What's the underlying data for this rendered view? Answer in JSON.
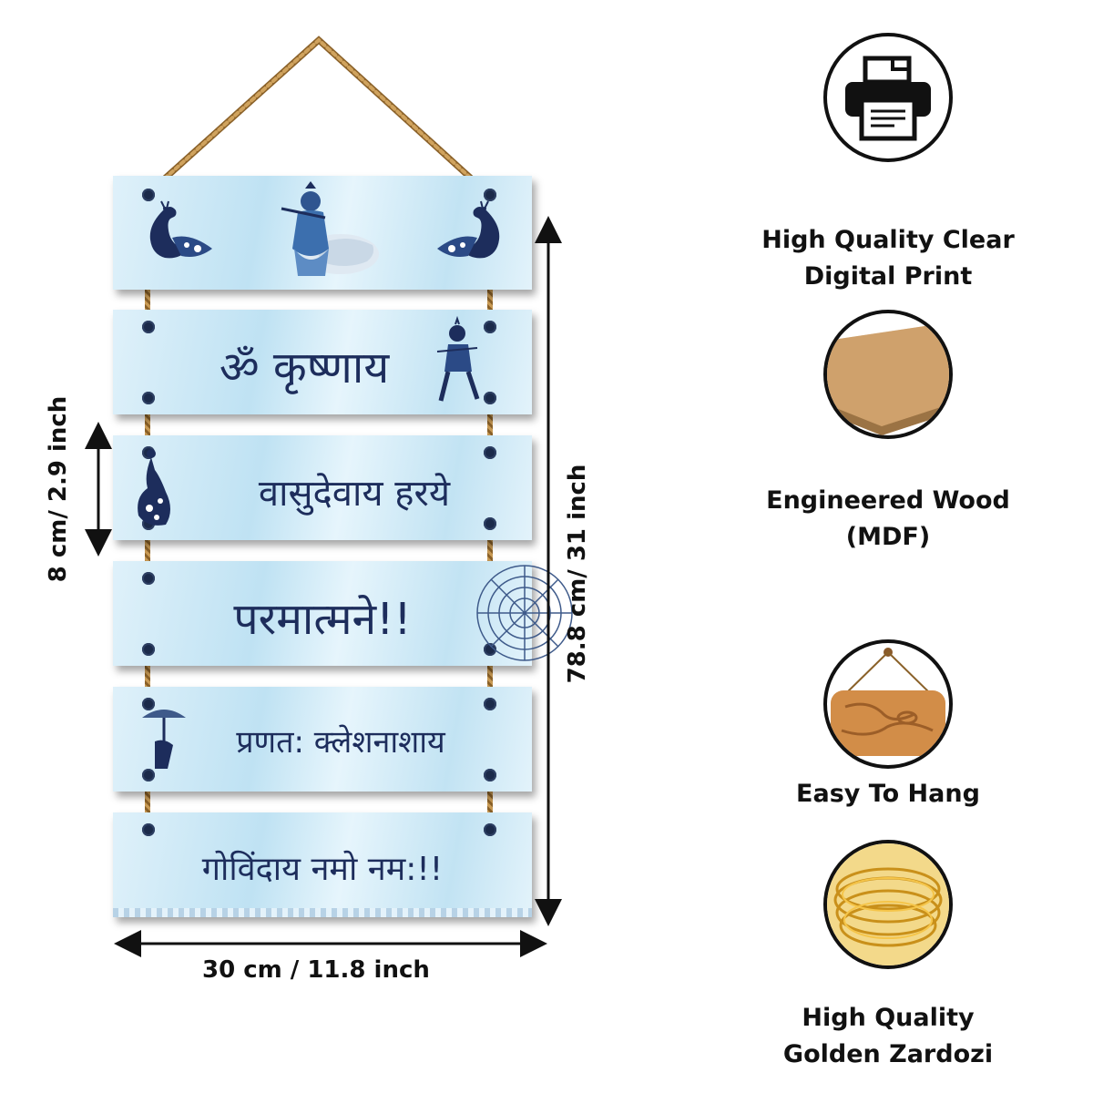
{
  "planks": [
    {
      "text": ""
    },
    {
      "text": "ॐ कृष्णाय"
    },
    {
      "text": "वासुदेवाय हरये"
    },
    {
      "text": "परमात्मने!!"
    },
    {
      "text": "प्रणत: क्लेशनाशाय"
    },
    {
      "text": "गोविंदाय नमो नम:!!"
    }
  ],
  "dimensions": {
    "width_label": "30 cm / 11.8 inch",
    "height_label": "78.8 cm/ 31 inch",
    "plank_height_label": "8 cm/ 2.9 inch"
  },
  "features": [
    {
      "label_line1": "High Quality Clear",
      "label_line2": "Digital Print",
      "icon": "printer-icon"
    },
    {
      "label_line1": "Engineered Wood",
      "label_line2": "(MDF)",
      "icon": "mdf-board-icon"
    },
    {
      "label_line1": "Easy To Hang",
      "label_line2": "",
      "icon": "hanging-board-icon"
    },
    {
      "label_line1": "High Quality",
      "label_line2": "Golden Zardozi",
      "icon": "golden-thread-icon"
    }
  ],
  "colors": {
    "text_navy": "#1d2d5c",
    "plank_blue": "#c2e3f3",
    "rope_brown": "#a87a3c",
    "gold": "#e0a81e"
  }
}
